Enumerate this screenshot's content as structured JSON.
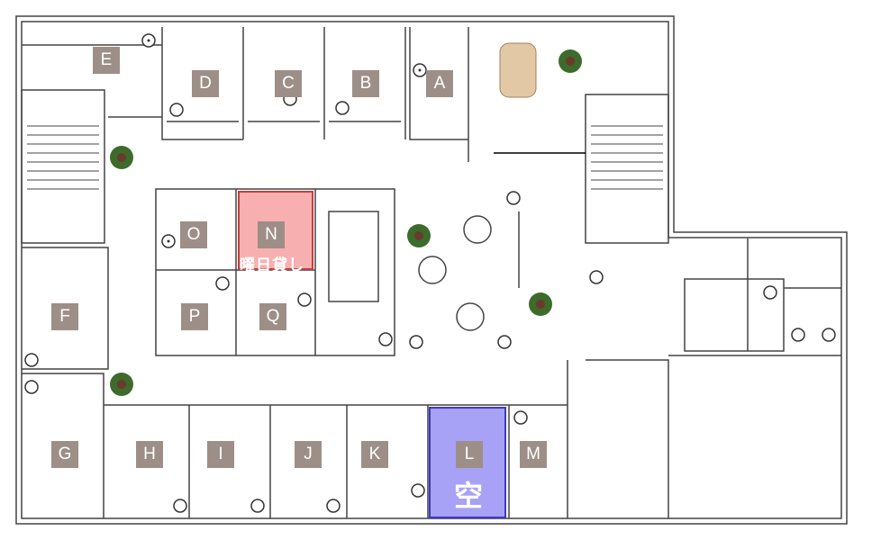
{
  "rooms": {
    "A": "A",
    "B": "B",
    "C": "C",
    "D": "D",
    "E": "E",
    "F": "F",
    "G": "G",
    "H": "H",
    "I": "I",
    "J": "J",
    "K": "K",
    "L": "L",
    "M": "M",
    "N": "N",
    "O": "O",
    "P": "P",
    "Q": "Q"
  },
  "status": {
    "N": "曜日貸し",
    "L": "空"
  },
  "colors": {
    "label_bg": "#9d8f88",
    "weekday_rental": "#f06e6e",
    "vacant": "#6e64f0",
    "wall": "#333333"
  }
}
